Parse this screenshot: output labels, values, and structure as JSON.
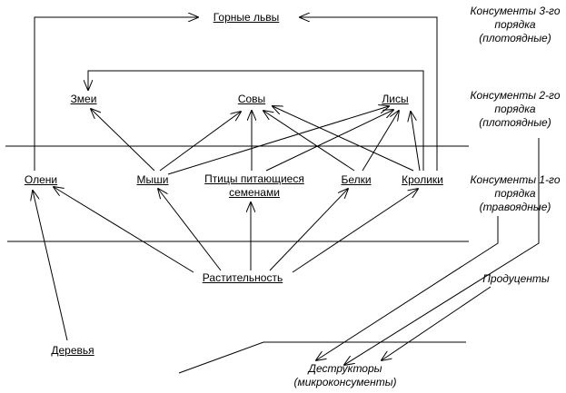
{
  "organisms": {
    "lions": "Горные львы",
    "snakes": "Змеи",
    "owls": "Совы",
    "foxes": "Лисы",
    "deer": "Олени",
    "mice": "Мыши",
    "birds": "Птицы питающиеся семенами",
    "squirrels": "Белки",
    "rabbits": "Кролики",
    "plants": "Растительность",
    "trees": "Деревья",
    "decomposers": "Деструкторы (микроконсументы)"
  },
  "levels": {
    "consumers3": "Консументы 3-го порядка (плотоядные)",
    "consumers2": "Консументы 2-го порядка (плотоядные)",
    "consumers1": "Консументы 1-го порядка (травоядные)",
    "producers": "Продуценты"
  },
  "feeding_links": [
    {
      "from": "deer",
      "to": "lions"
    },
    {
      "from": "rabbits",
      "to": "lions"
    },
    {
      "from": "rabbits",
      "to": "snakes"
    },
    {
      "from": "mice",
      "to": "snakes"
    },
    {
      "from": "mice",
      "to": "owls"
    },
    {
      "from": "mice",
      "to": "foxes"
    },
    {
      "from": "birds",
      "to": "owls"
    },
    {
      "from": "birds",
      "to": "foxes"
    },
    {
      "from": "squirrels",
      "to": "owls"
    },
    {
      "from": "squirrels",
      "to": "foxes"
    },
    {
      "from": "rabbits",
      "to": "owls"
    },
    {
      "from": "rabbits",
      "to": "foxes"
    },
    {
      "from": "plants",
      "to": "deer"
    },
    {
      "from": "plants",
      "to": "mice"
    },
    {
      "from": "plants",
      "to": "birds"
    },
    {
      "from": "plants",
      "to": "squirrels"
    },
    {
      "from": "plants",
      "to": "rabbits"
    },
    {
      "from": "trees",
      "to": "deer"
    },
    {
      "from": "consumers1",
      "to": "decomposers"
    },
    {
      "from": "producers",
      "to": "decomposers"
    }
  ]
}
